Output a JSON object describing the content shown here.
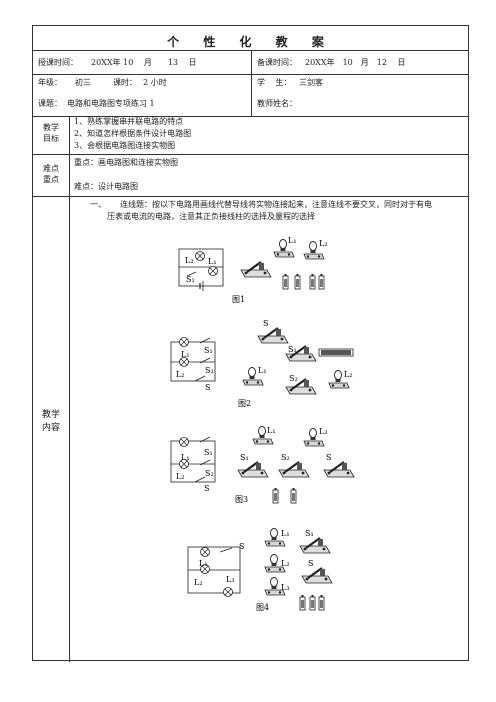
{
  "title": "个 性 化 教 案",
  "header": {
    "teach_time_label": "授课时间：",
    "teach_time_value": "20XX年 10　 月　　13　 日",
    "prep_time_label": "备课时间：",
    "prep_time_value": "20XX年　10　月　12　 日",
    "grade_label": "年级：",
    "grade_value": "初三",
    "hours_label": "课时：",
    "hours_value": "2 小时",
    "student_label": "学　 生：",
    "student_value": "三剑客",
    "topic_label": "课题：",
    "topic_value": "电路和电路图专项练习 1",
    "teacher_label": "教师姓名："
  },
  "objectives": {
    "label": "教学\n目标",
    "items": [
      "1、熟练掌握串并联电路的特点",
      "2、知道怎样根据条件设计电路图",
      "3、会根据电路图连接实物图"
    ]
  },
  "keypoints": {
    "label": "难点\n重点",
    "key": "重点：画电路图和连接实物图",
    "difficult": "难点：设计电路图"
  },
  "content": {
    "label": "教学\n内容",
    "section_num": "一、",
    "instruction_line1": "连线题：按以下电路用画线代替导线将实物连接起来，注意连线不要交叉，同时对于有电",
    "instruction_line2": "压表或电流的电路，注意其正负接线柱的选择及量程的选择",
    "fig1": {
      "caption": "图1",
      "labels": [
        "L₂",
        "L₁",
        "S₁",
        "L₁",
        "L₂"
      ]
    },
    "fig2": {
      "caption": "图2",
      "labels": [
        "L₁",
        "S₁",
        "L₂",
        "S₂",
        "S",
        "S",
        "S₁",
        "L₁",
        "S₂",
        "L₂"
      ]
    },
    "fig3": {
      "caption": "图3",
      "labels": [
        "S₁",
        "L₁",
        "L₂",
        "S₂",
        "S",
        "L₁",
        "L₂",
        "S₁",
        "S₂",
        "S"
      ]
    },
    "fig4": {
      "caption": "图4",
      "labels": [
        "L₁",
        "L₂",
        "L₃",
        "S",
        "L₁",
        "S₁",
        "L₂",
        "S",
        "L₃"
      ]
    }
  }
}
